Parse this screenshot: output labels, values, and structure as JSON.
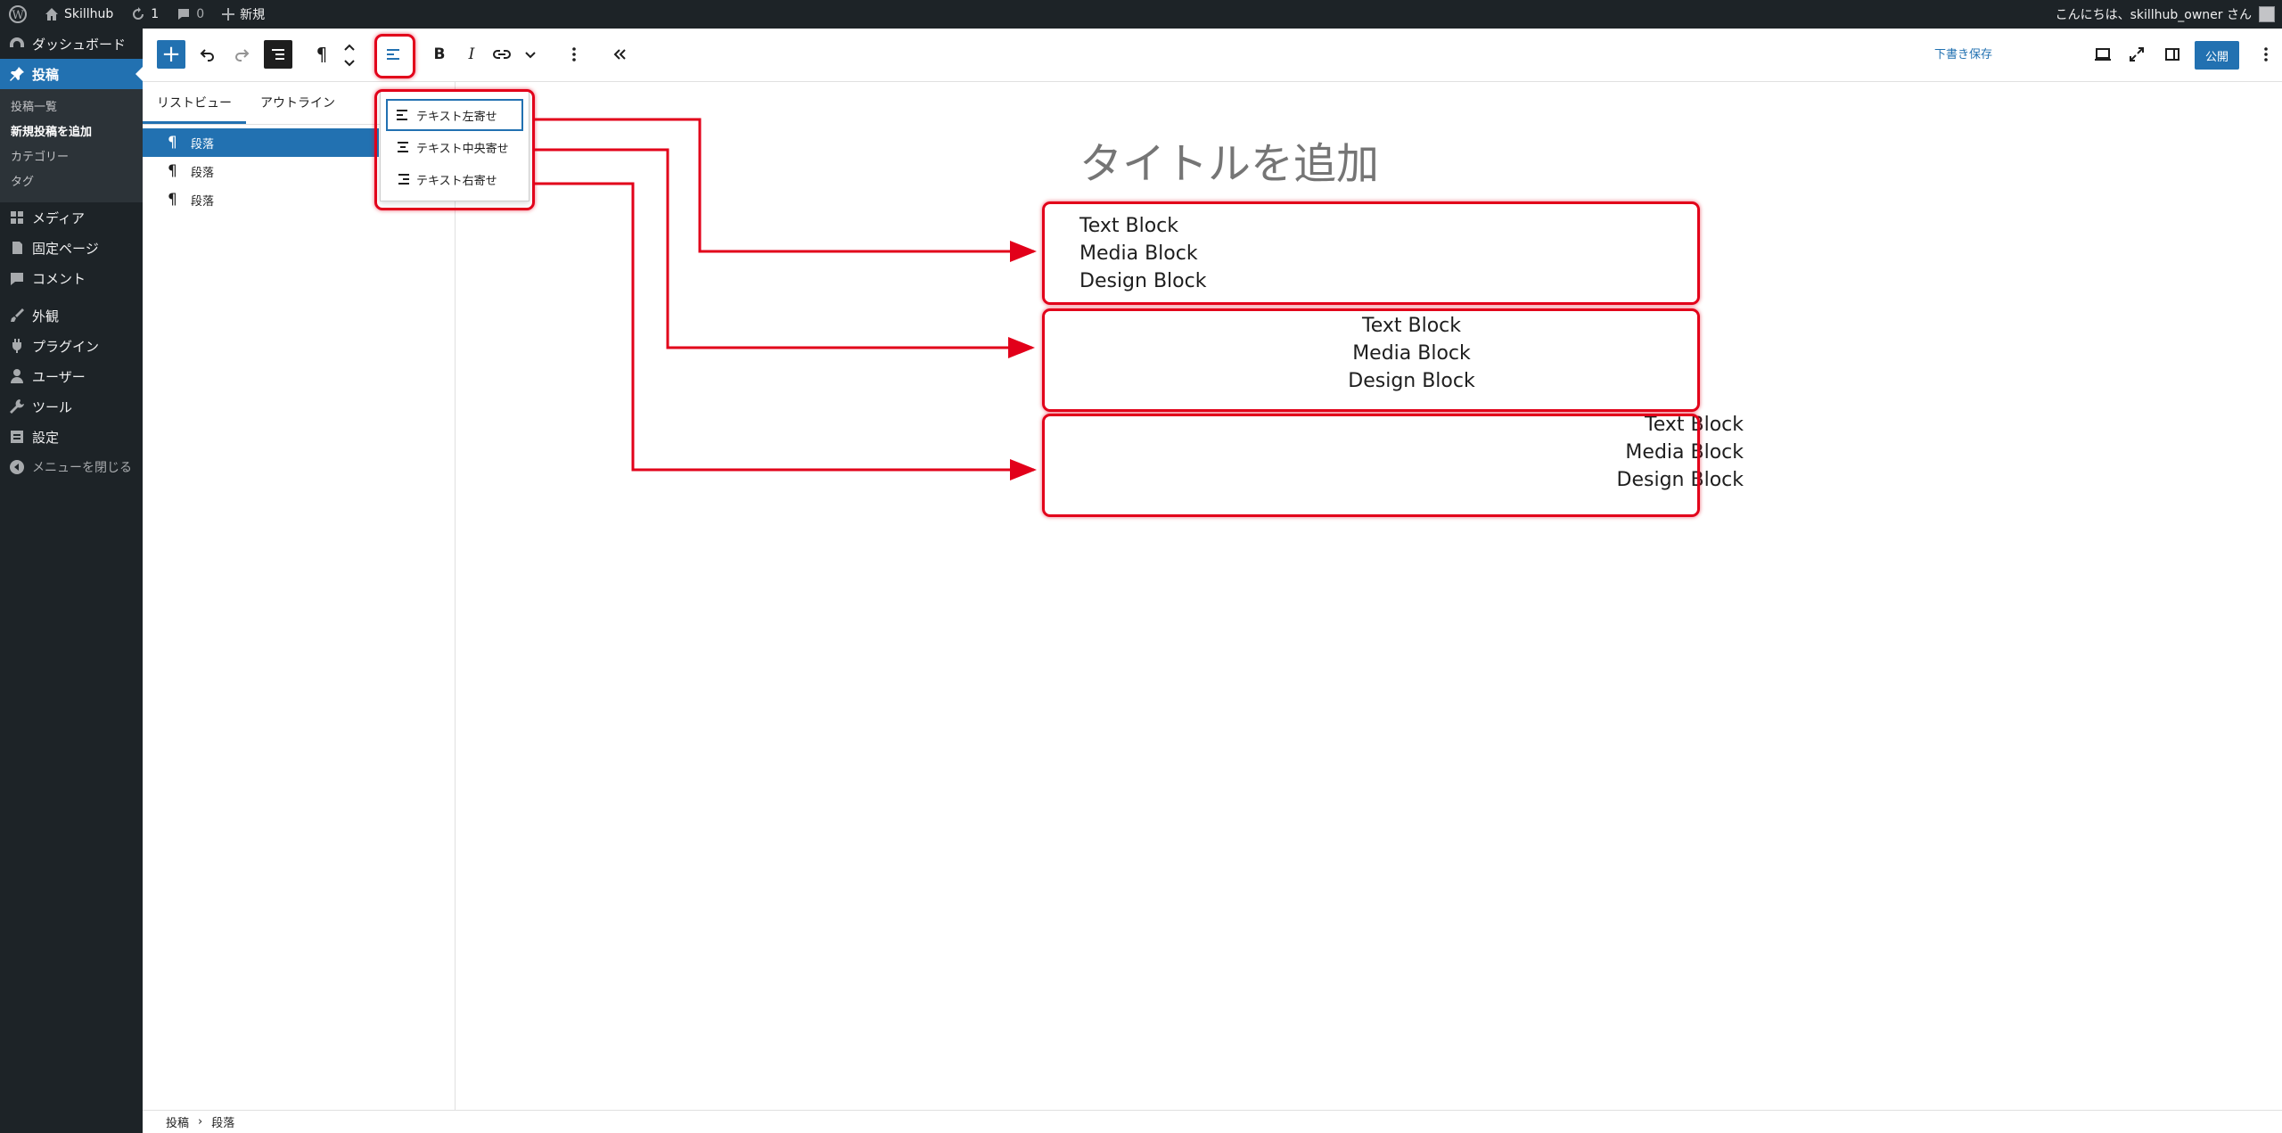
{
  "adminbar": {
    "site_name": "Skillhub",
    "updates_count": "1",
    "comments_count": "0",
    "new_label": "新規",
    "greeting": "こんにちは、skillhub_owner さん"
  },
  "menu": {
    "dashboard": "ダッシュボード",
    "posts": "投稿",
    "posts_sub": [
      "投稿一覧",
      "新規投稿を追加",
      "カテゴリー",
      "タグ"
    ],
    "media": "メディア",
    "pages": "固定ページ",
    "comments": "コメント",
    "appearance": "外観",
    "plugins": "プラグイン",
    "users": "ユーザー",
    "tools": "ツール",
    "settings": "設定",
    "collapse": "メニューを閉じる"
  },
  "header": {
    "save_draft": "下書き保存",
    "publish": "公開",
    "add_symbol": "+",
    "para_symbol": "¶",
    "bold": "B",
    "italic": "I"
  },
  "listview": {
    "tabs": [
      "リストビュー",
      "アウトライン"
    ],
    "items": [
      "段落",
      "段落",
      "段落"
    ],
    "para_symbol": "¶"
  },
  "align_menu": {
    "options": [
      "テキスト左寄せ",
      "テキスト中央寄せ",
      "テキスト右寄せ"
    ]
  },
  "canvas": {
    "title_placeholder": "タイトルを追加",
    "paragraphs": [
      {
        "align": "left",
        "lines": [
          "Text Block",
          "Media Block",
          "Design Block"
        ]
      },
      {
        "align": "center",
        "lines": [
          "Text Block",
          "Media Block",
          "Design Block"
        ]
      },
      {
        "align": "right",
        "lines": [
          "Text Block",
          "Media Block",
          "Design Block"
        ]
      }
    ]
  },
  "footer": {
    "breadcrumb": [
      "投稿",
      "段落"
    ],
    "separator": "›"
  },
  "colors": {
    "accent": "#2271b1",
    "admin_dark": "#1d2327",
    "annotation_red": "#e2001a"
  }
}
